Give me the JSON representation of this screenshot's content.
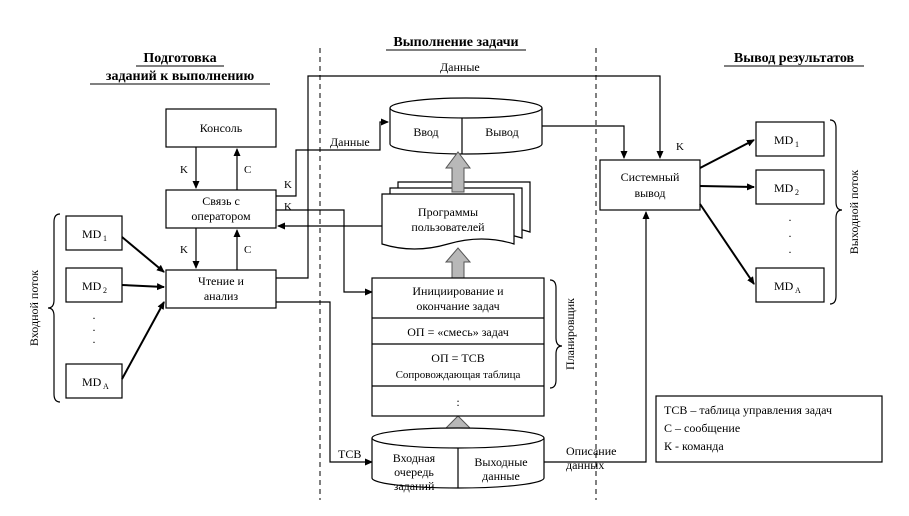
{
  "headers": {
    "prep_line1": "Подготовка",
    "prep_line2": "заданий к выполнению",
    "exec": "Выполнение задачи",
    "output": "Вывод результатов"
  },
  "boxes": {
    "console": "Консоль",
    "comm_line1": "Связь с",
    "comm_line2": "оператором",
    "read_line1": "Чтение и",
    "read_line2": "анализ",
    "sysout_line1": "Системный",
    "sysout_line2": "вывод",
    "prog_line1": "Программы",
    "prog_line2": "пользователей",
    "init_line1": "Инициирование и",
    "init_line2": "окончание задач",
    "op_mix": "ОП = «смесь» задач",
    "op_tcb": "ОП = ТСВ",
    "escort": "Сопровождающая таблица",
    "dots": ":",
    "db_in": "Ввод",
    "db_out": "Вывод",
    "q_line1": "Входная",
    "q_line2": "очередь",
    "q_line3": "заданий",
    "outdata_line1": "Выходные",
    "outdata_line2": "данные"
  },
  "devices": {
    "in": [
      {
        "main": "MD",
        "sub": "1"
      },
      {
        "main": "MD",
        "sub": "2"
      },
      {
        "main": "MD",
        "sub": "A"
      }
    ],
    "out": [
      {
        "main": "MD",
        "sub": "1"
      },
      {
        "main": "MD",
        "sub": "2"
      },
      {
        "main": "MD",
        "sub": "A"
      }
    ]
  },
  "labels": {
    "data_top": "Данные",
    "data_left": "Данные",
    "k1": "K",
    "c1": "C",
    "k2": "K",
    "c2": "C",
    "k_comm1": "K",
    "k_comm2": "K",
    "k_sys": "K",
    "tcb": "ТСВ",
    "desc_line1": "Описание",
    "desc_line2": "данных",
    "planner": "Планировщик",
    "in_stream": "Входной поток",
    "out_stream": "Выходной поток",
    "vdots": "·\n·\n·"
  },
  "legend": {
    "line1": "ТСВ – таблица управления задач",
    "line2": "С – сообщение",
    "line3": "К - команда"
  }
}
